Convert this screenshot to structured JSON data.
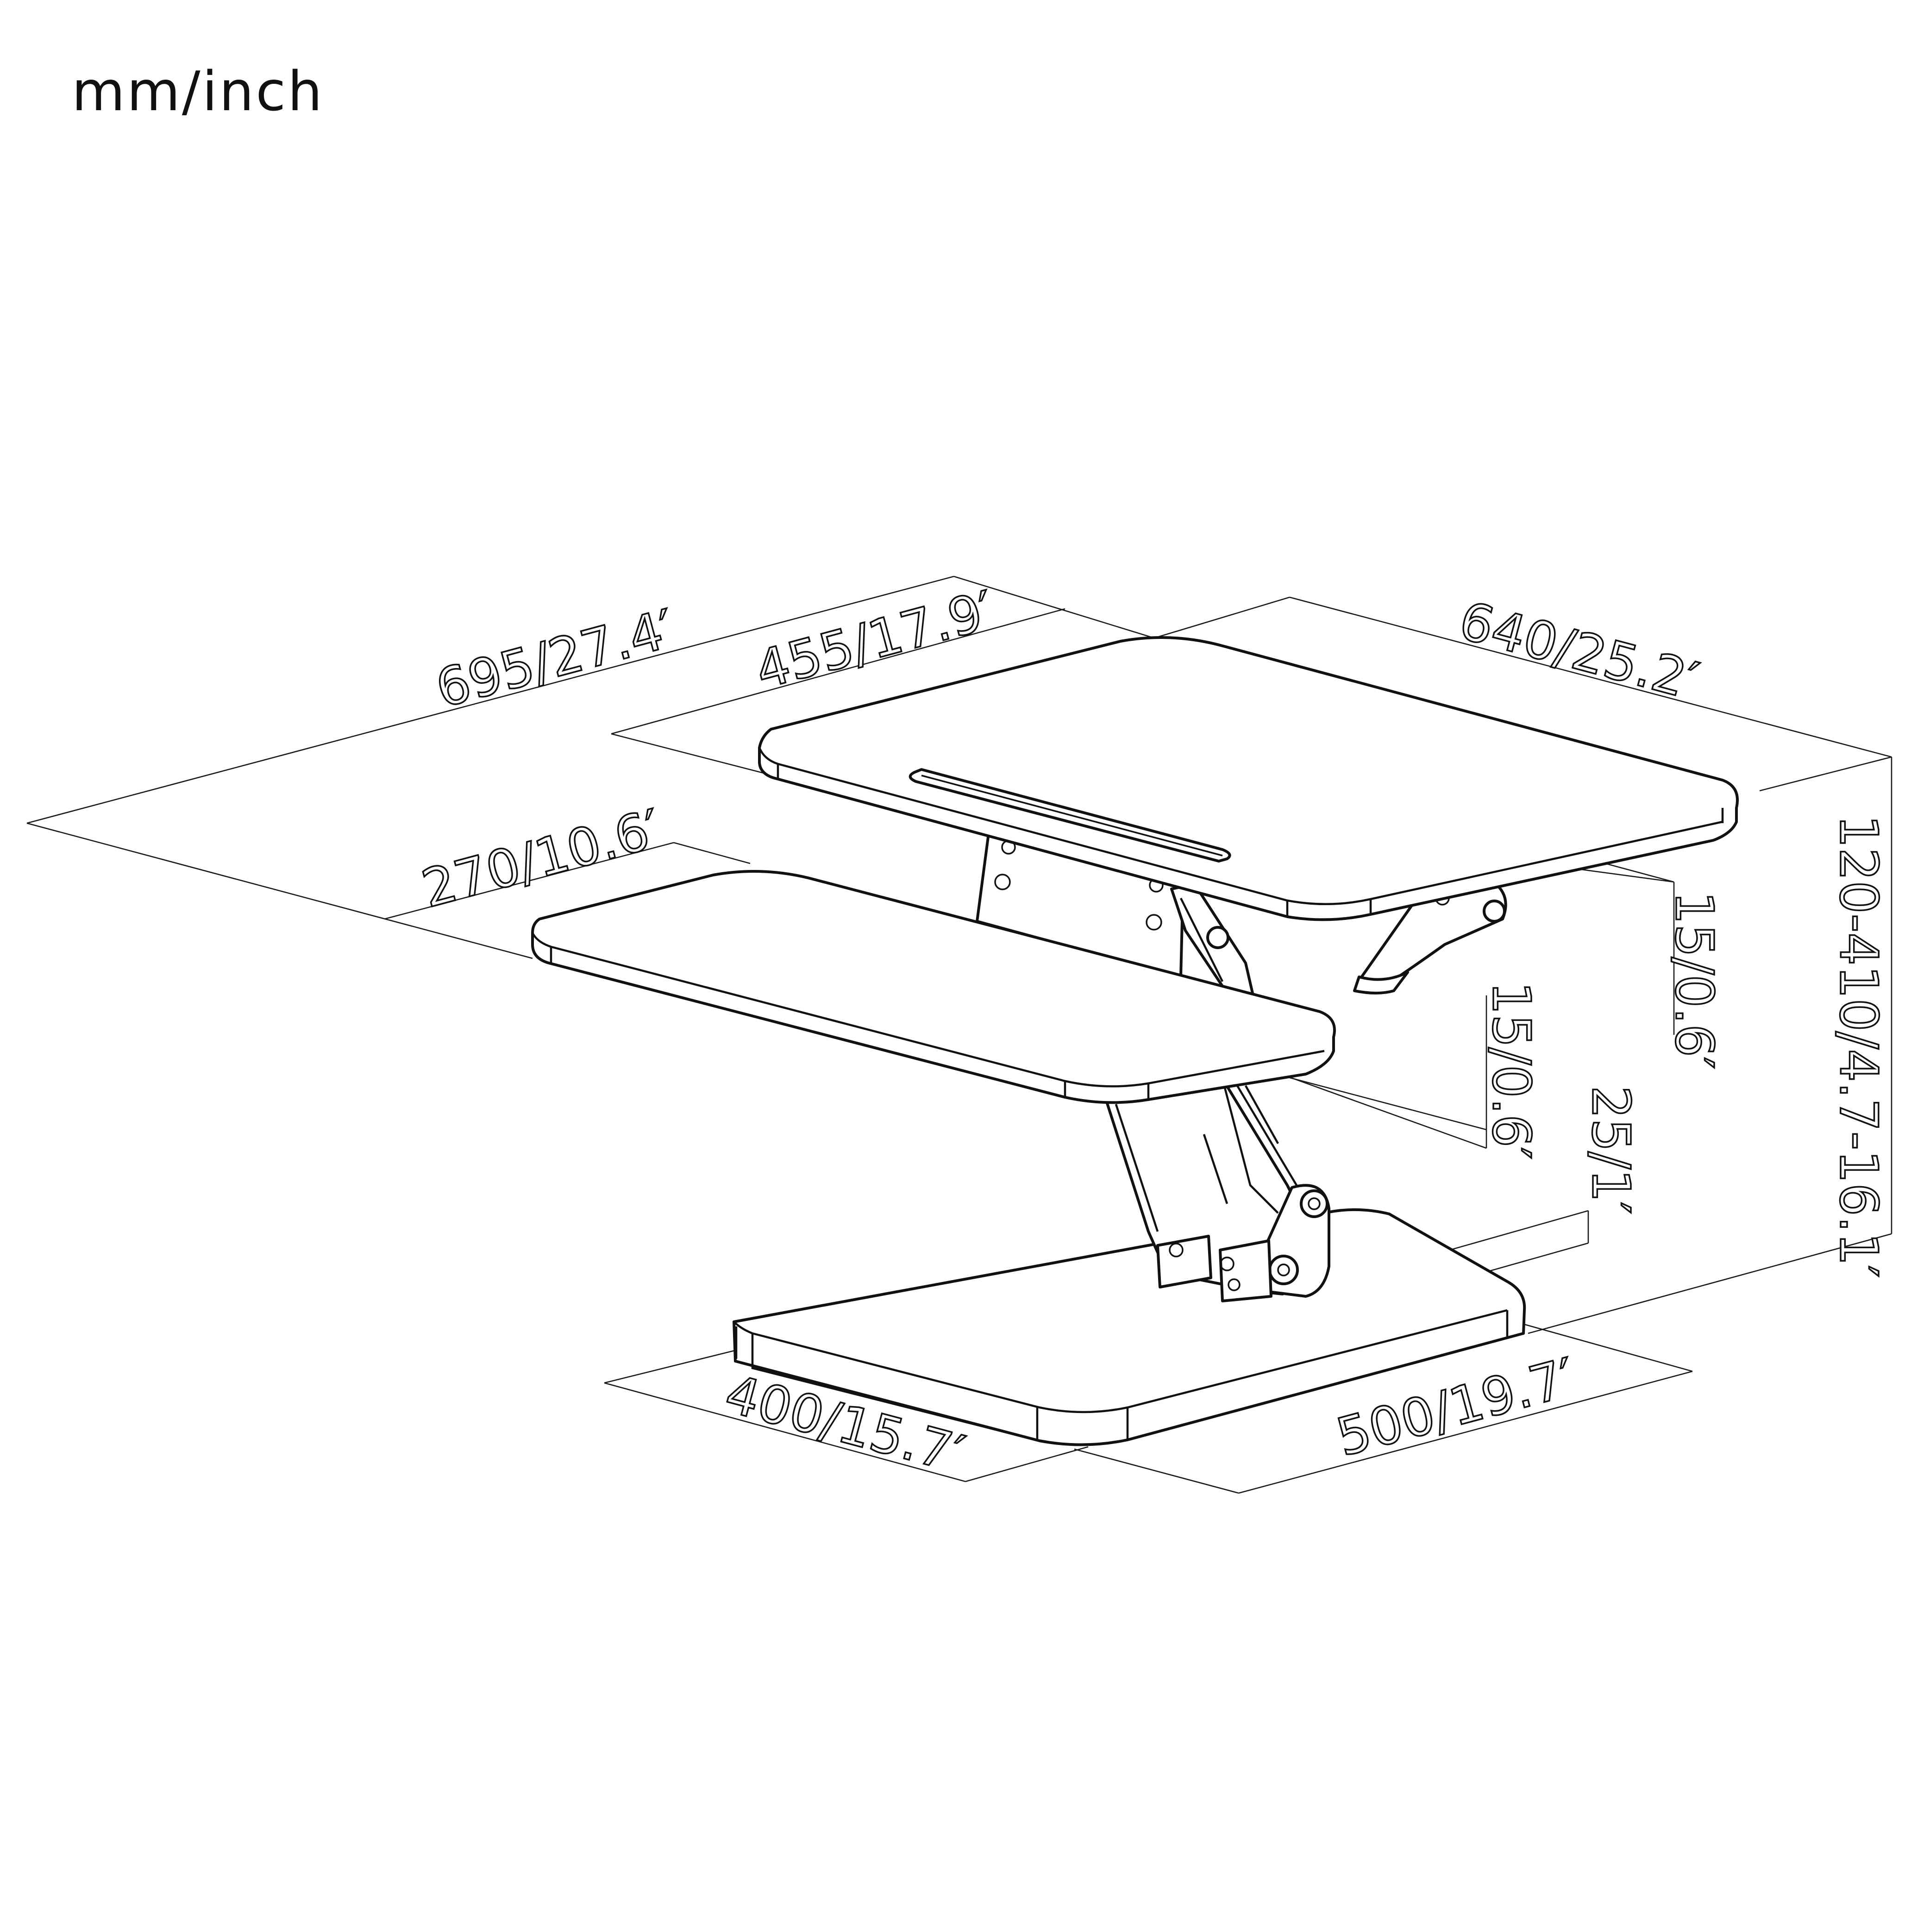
{
  "units_label": "mm/inch",
  "dimensions": {
    "total_depth": "695/27.4′",
    "top_depth": "455/17.9′",
    "top_width": "640/25.2′",
    "height_range": "120-410/4.7-16.1′",
    "top_thickness": "15/0.6′",
    "keyboard_depth": "270/10.6′",
    "keyboard_thickness": "15/0.6′",
    "base_thickness": "25/1′",
    "base_depth": "400/15.7′",
    "base_width": "500/19.7′"
  }
}
